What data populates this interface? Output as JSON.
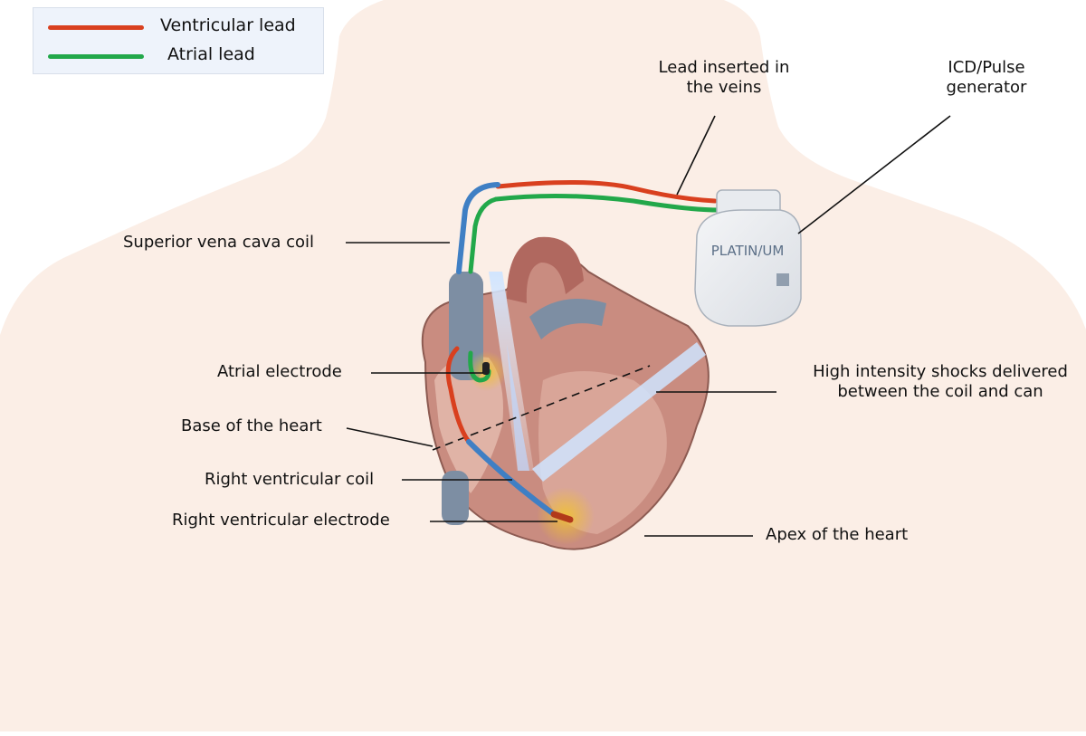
{
  "legend": {
    "items": [
      {
        "label": "Ventricular lead",
        "color": "#d9401f"
      },
      {
        "label": "Atrial lead",
        "color": "#22a84a"
      }
    ]
  },
  "device": {
    "brand_text": "PLATIN/UM"
  },
  "labels": {
    "lead_veins": [
      "Lead inserted in",
      "the veins"
    ],
    "icd": [
      "ICD/Pulse",
      "generator"
    ],
    "svc_coil": "Superior vena cava coil",
    "atrial_electrode": "Atrial electrode",
    "shocks": [
      "High intensity shocks delivered",
      "between the coil and can"
    ],
    "base": "Base of the heart",
    "rv_coil": "Right ventricular coil",
    "rv_electrode": "Right ventricular electrode",
    "apex": "Apex of the heart"
  },
  "colors": {
    "body_silhouette": "#fbeee6",
    "ventricular_lead": "#d9401f",
    "atrial_lead": "#22a84a",
    "coil": "#3f7fc4",
    "heart": "#c98c80",
    "vessel": "#7d8ea3"
  }
}
